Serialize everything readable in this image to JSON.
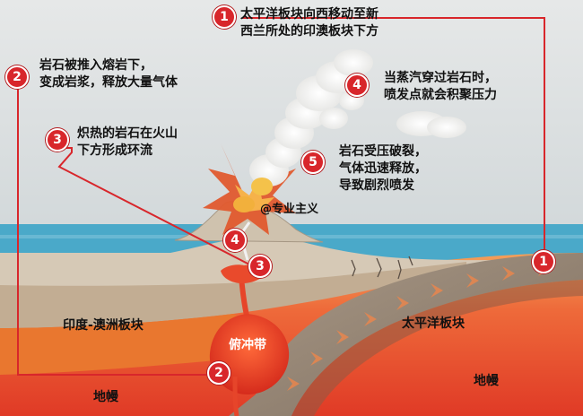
{
  "callouts": [
    {
      "n": "1",
      "lines": [
        "太平洋板块向西移动至新",
        "西兰所处的印澳板块下方"
      ]
    },
    {
      "n": "2",
      "lines": [
        "岩石被推入熔岩下，",
        "变成岩浆，释放大量气体"
      ]
    },
    {
      "n": "3",
      "lines": [
        "炽热的岩石在火山",
        "下方形成环流"
      ]
    },
    {
      "n": "4",
      "lines": [
        "当蒸汽穿过岩石时，",
        "喷发点就会积聚压力"
      ]
    },
    {
      "n": "5",
      "lines": [
        "岩石受压破裂，",
        "气体迅速释放，",
        "导致剧烈喷发"
      ]
    }
  ],
  "labels": {
    "indo_plate": "印度-澳洲板块",
    "pacific_plate": "太平洋板块",
    "subduction": "俯冲带",
    "mantle_left": "地幔",
    "mantle_right": "地幔",
    "watermark": "@专业主义"
  },
  "colors": {
    "accent": "#d8262b",
    "magma": "#e8452c",
    "sea": "#4aa9c9",
    "crust": "#c9b8a2"
  }
}
